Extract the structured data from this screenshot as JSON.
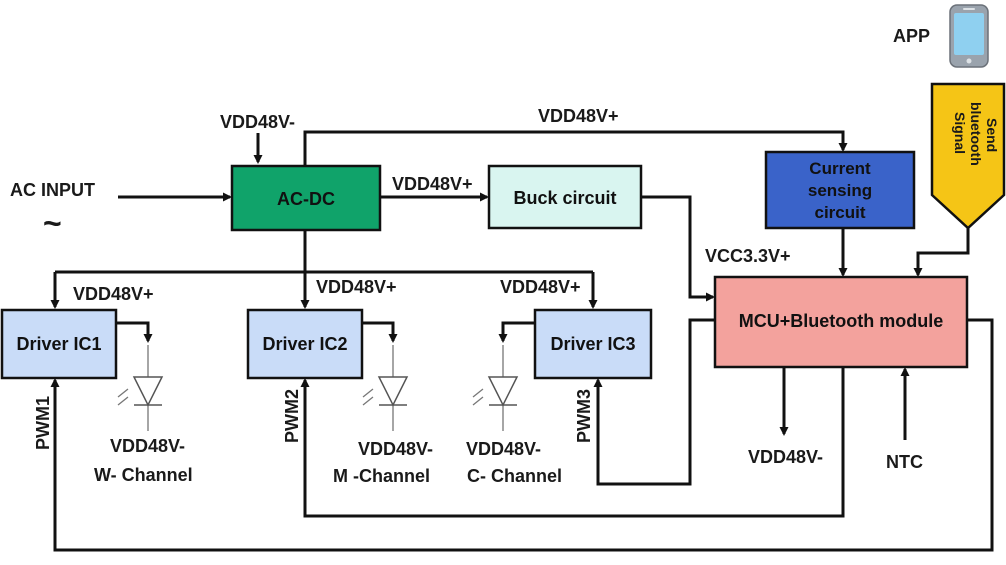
{
  "blocks": {
    "ac_dc": "AC-DC",
    "buck": "Buck circuit",
    "current_sensing": [
      "Current",
      "sensing",
      "circuit"
    ],
    "mcu": "MCU+Bluetooth module",
    "driver1": "Driver IC1",
    "driver2": "Driver IC2",
    "driver3": "Driver IC3"
  },
  "labels": {
    "app": "APP",
    "ac_input": "AC INPUT",
    "ac_symbol": "~",
    "vdd_minus_top": "VDD48V-",
    "vdd_plus_top": "VDD48V+",
    "vdd_plus_acdc": "VDD48V+",
    "vdd_plus_d1": "VDD48V+",
    "vdd_plus_d2": "VDD48V+",
    "vdd_plus_d3": "VDD48V+",
    "vcc33": "VCC3.3V+",
    "pwm1": "PWM1",
    "pwm2": "PWM2",
    "pwm3": "PWM3",
    "ch_w_vdd": "VDD48V-",
    "ch_w": "W- Channel",
    "ch_m_vdd": "VDD48V-",
    "ch_m": "M -Channel",
    "ch_c_vdd": "VDD48V-",
    "ch_c": "C- Channel",
    "mcu_vdd_minus": "VDD48V-",
    "ntc": "NTC",
    "bt_signal": [
      "Send",
      "bluetooth",
      "Signal"
    ]
  },
  "colors": {
    "ac_dc": "#10a36a",
    "buck": "#d9f5f0",
    "current_sensing": "#3a63c9",
    "mcu": "#f3a29d",
    "driver": "#c9dcf8",
    "bt_signal": "#f5c516",
    "phone_body": "#9aa3ad",
    "phone_screen": "#8fd0f0"
  }
}
